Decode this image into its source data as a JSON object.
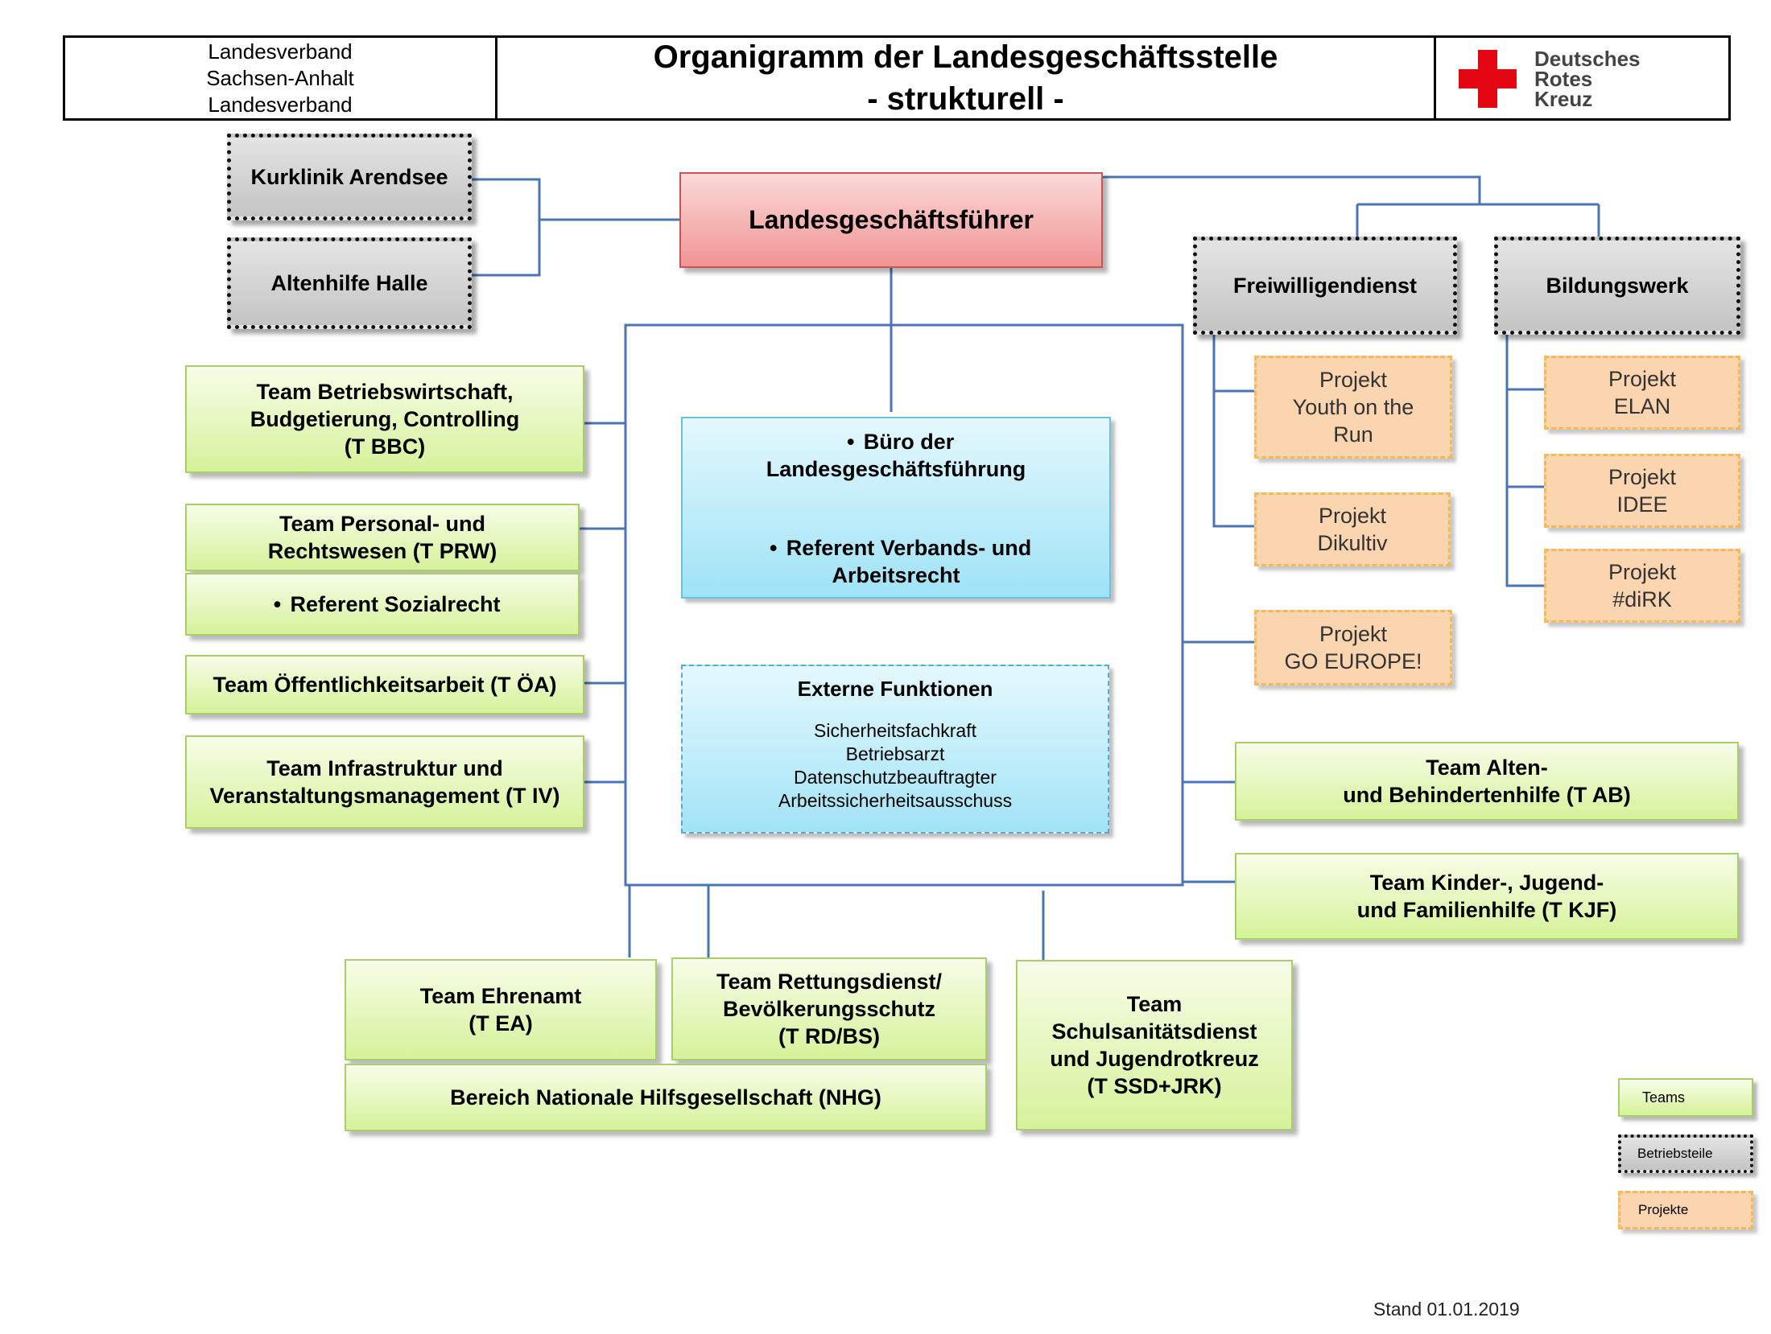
{
  "header": {
    "left_lines": [
      "Landesverband",
      "Sachsen-Anhalt",
      "Landesverband"
    ],
    "title_lines": [
      "Organigramm der Landesgeschäftsstelle",
      "- strukturell -"
    ],
    "logo_icon": "red-cross-icon",
    "logo_text": [
      "Deutsches",
      "Rotes",
      "Kreuz"
    ],
    "logo_color": "#e30613"
  },
  "ceo": "Landesgeschäftsführer",
  "betriebsteile": {
    "kurklinik": "Kurklinik Arendsee",
    "altenhilfe": "Altenhilfe Halle",
    "freiwilligendienst": "Freiwilligendienst",
    "bildungswerk": "Bildungswerk"
  },
  "office": {
    "item1": [
      "Büro der",
      "Landesgeschäftsführung"
    ],
    "item2": [
      "Referent Verbands- und",
      "Arbeitsrecht"
    ]
  },
  "external": {
    "title": "Externe Funktionen",
    "items": [
      "Sicherheitsfachkraft",
      "Betriebsarzt",
      "Datenschutzbeauftragter",
      "Arbeitssicherheitsausschuss"
    ]
  },
  "teams_left": {
    "bbc": [
      "Team Betriebswirtschaft,",
      "Budgetierung, Controlling",
      "(T BBC)"
    ],
    "prw": [
      "Team Personal- und",
      "Rechtswesen (T PRW)"
    ],
    "sozial": "Referent Sozialrecht",
    "oa": "Team Öffentlichkeitsarbeit (T ÖA)",
    "iv": [
      "Team Infrastruktur und",
      "Veranstaltungsmanagement (T IV)"
    ]
  },
  "teams_bottom": {
    "ea": [
      "Team Ehrenamt",
      "(T EA)"
    ],
    "rd": [
      "Team Rettungsdienst/",
      "Bevölkerungsschutz",
      "(T RD/BS)"
    ],
    "nhg": "Bereich Nationale Hilfsgesellschaft (NHG)",
    "ssd": [
      "Team",
      "Schulsanitätsdienst",
      "und Jugendrotkreuz",
      "(T SSD+JRK)"
    ]
  },
  "teams_right": {
    "ab": [
      "Team Alten-",
      "und Behindertenhilfe (T AB)"
    ],
    "kjf": [
      "Team Kinder-, Jugend-",
      "und Familienhilfe (T KJF)"
    ]
  },
  "projects": {
    "youth": [
      "Projekt",
      "Youth on the",
      "Run"
    ],
    "dikultiv": [
      "Projekt",
      "Dikultiv"
    ],
    "goeurope": [
      "Projekt",
      "GO EUROPE!"
    ],
    "elan": [
      "Projekt",
      "ELAN"
    ],
    "idee": [
      "Projekt",
      "IDEE"
    ],
    "dirk": [
      "Projekt",
      "#diRK"
    ]
  },
  "legend": {
    "teams": "Teams",
    "betriebsteile": "Betriebsteile",
    "projekte": "Projekte"
  },
  "footer": "Stand 01.01.2019",
  "colors": {
    "connector": "#4a74b4",
    "team_fill": "#d6f29a",
    "project_fill": "#fbd4b0",
    "ceo_fill": "#f19494",
    "office_fill": "#9fe3f7"
  }
}
